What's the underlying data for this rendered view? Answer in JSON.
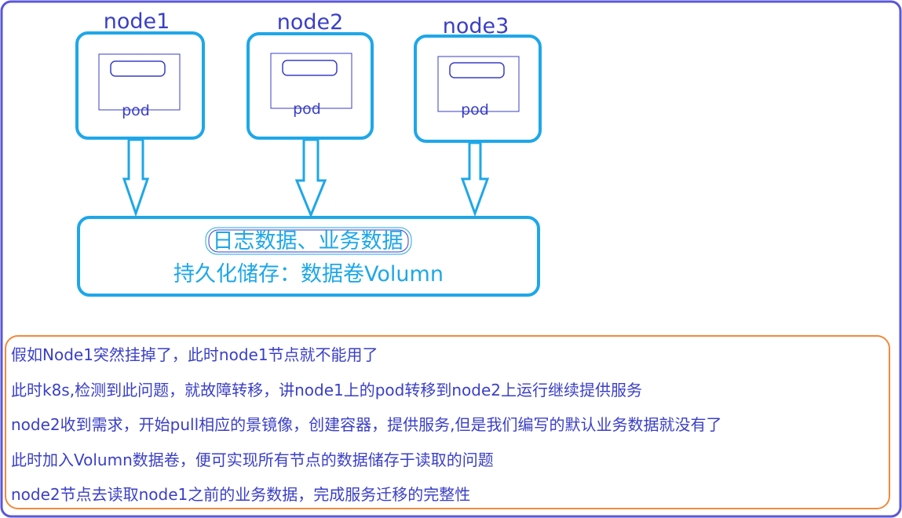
{
  "colors": {
    "frame_border": "#5a57d6",
    "node_border": "#1ea7e8",
    "pod_border": "#3a3fc6",
    "arrow": "#1ea7e8",
    "storage_text": "#1ea7e8",
    "notes_border": "#f08a3c",
    "notes_text": "#3a3fc6"
  },
  "nodes": [
    {
      "title": "node1",
      "pod_label": "pod"
    },
    {
      "title": "node2",
      "pod_label": "pod"
    },
    {
      "title": "node3",
      "pod_label": "pod"
    }
  ],
  "storage": {
    "line1": "日志数据、业务数据",
    "line2": "持久化储存：数据卷Volumn"
  },
  "notes": [
    "假如Node1突然挂掉了，此时node1节点就不能用了",
    "此时k8s,检测到此问题，就故障转移，讲node1上的pod转移到node2上运行继续提供服务",
    "node2收到需求，开始pull相应的景镜像，创建容器，提供服务,但是我们编写的默认业务数据就没有了",
    "此时加入Volumn数据卷，便可实现所有节点的数据储存于读取的问题",
    "node2节点去读取node1之前的业务数据，完成服务迁移的完整性"
  ]
}
